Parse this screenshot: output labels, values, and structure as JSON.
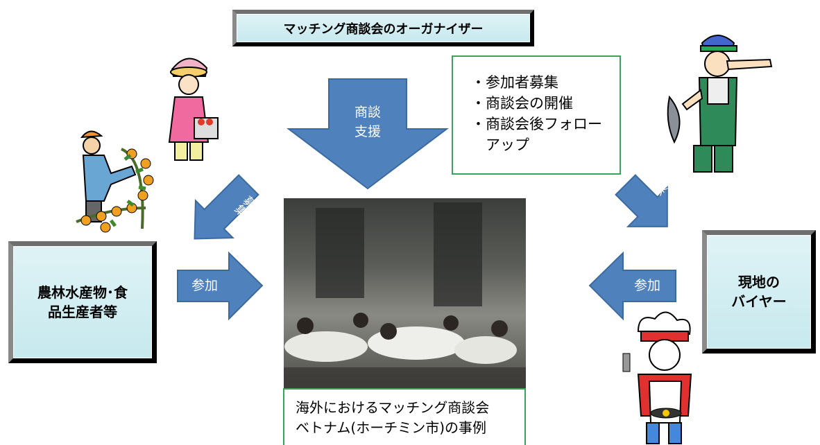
{
  "organizer": {
    "title": "マッチング商談会のオーガナイザー"
  },
  "center_arrow": {
    "label_line1": "商談",
    "label_line2": "支援"
  },
  "task_list": {
    "items": [
      "・参加者募集",
      "・商談会の開催",
      "・商談会後フォロー",
      "　アップ"
    ]
  },
  "recruit_left": {
    "label": "募集"
  },
  "recruit_right": {
    "label": "募集"
  },
  "left_box": {
    "line1": "農林水産物･食",
    "line2": "品生産者等"
  },
  "right_box": {
    "line1": "現地の",
    "line2": "バイヤー"
  },
  "participate_left": {
    "label": "参加"
  },
  "participate_right": {
    "label": "参加"
  },
  "caption": {
    "line1": "海外におけるマッチング商談会",
    "line2": "ベトナム(ホーチミン市)の事例"
  },
  "colors": {
    "arrow": "#4f81bd",
    "box_fill": "#d2eef2",
    "caption_border": "#3aa25a"
  }
}
